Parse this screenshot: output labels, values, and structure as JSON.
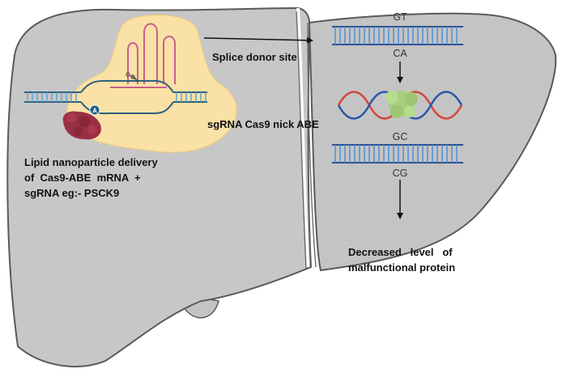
{
  "labels": {
    "splice_donor": "Splice donor site",
    "sgrna_nick": "sgRNA Cas9 nick ABE",
    "delivery_line1": "Lipid nanoparticle delivery",
    "delivery_line2": "of  Cas9-ABE  mRNA  +",
    "delivery_line3": "sgRNA eg:- PSCK9",
    "outcome_line1": "Decreased   level   of",
    "outcome_line2": "malfunctional protein"
  },
  "base_pairs": {
    "top_upper": "GT",
    "top_lower": "CA",
    "bottom_upper": "GC",
    "bottom_lower": "CG"
  },
  "base_marker": "A",
  "icons": {
    "liver": "liver-icon",
    "nanoparticle": "lipid-nanoparticle-icon",
    "cas9": "cas9-protein-icon",
    "scissors": "scissors-icon",
    "ribosome": "ribosome-icon"
  },
  "colors": {
    "liver": "#c7c7c7",
    "liver_outline": "#5a5a5a",
    "nanoparticle": "#fde3a4",
    "sgrna": "#c7608f",
    "dna_strand": "#2c5f7d",
    "dna_rung": "#5aa7d4",
    "dna_red": "#d8453b",
    "dna_blue": "#2a58a8",
    "cas9_protein": "#9a2f44",
    "ribosome": "#a7cf7d"
  }
}
